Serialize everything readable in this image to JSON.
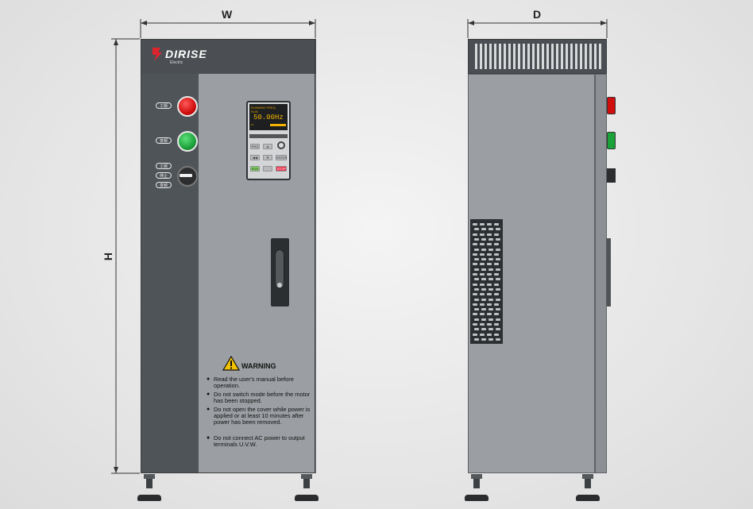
{
  "dimensions": {
    "width_label": "W",
    "height_label": "H",
    "depth_label": "D"
  },
  "brand": {
    "name": "DIRISE",
    "sub": "Electric"
  },
  "front_panel": {
    "pill_labels": [
      "工频",
      "变频",
      "工频",
      "停止",
      "变频"
    ],
    "lamps": [
      {
        "name": "red-lamp",
        "color": "#d10e0e"
      },
      {
        "name": "green-lamp",
        "color": "#1ca23b"
      }
    ]
  },
  "keypad": {
    "header": "RUNNING FREQ",
    "status": "RUN",
    "display_value": "50.00Hz",
    "small": "Hz",
    "keys": [
      "PRG",
      "▲",
      "◀◀",
      "▼",
      "ENTER",
      "RUN",
      "STOP"
    ]
  },
  "warning": {
    "title": "WARNING",
    "items": [
      "Read the user's manual before operation.",
      "Do not switch mode before the motor has been stopped.",
      "Do not open the cover while power is applied or at least 10 minutes after power has been removed.",
      "Do not connect AC power to output terminals U.V.W."
    ]
  },
  "colors": {
    "cabinet_dark": "#4b4f53",
    "cabinet_light": "#9b9fa3",
    "accent_red": "#d10e0e",
    "accent_green": "#1ca23b",
    "warning_yellow": "#f2c200"
  }
}
